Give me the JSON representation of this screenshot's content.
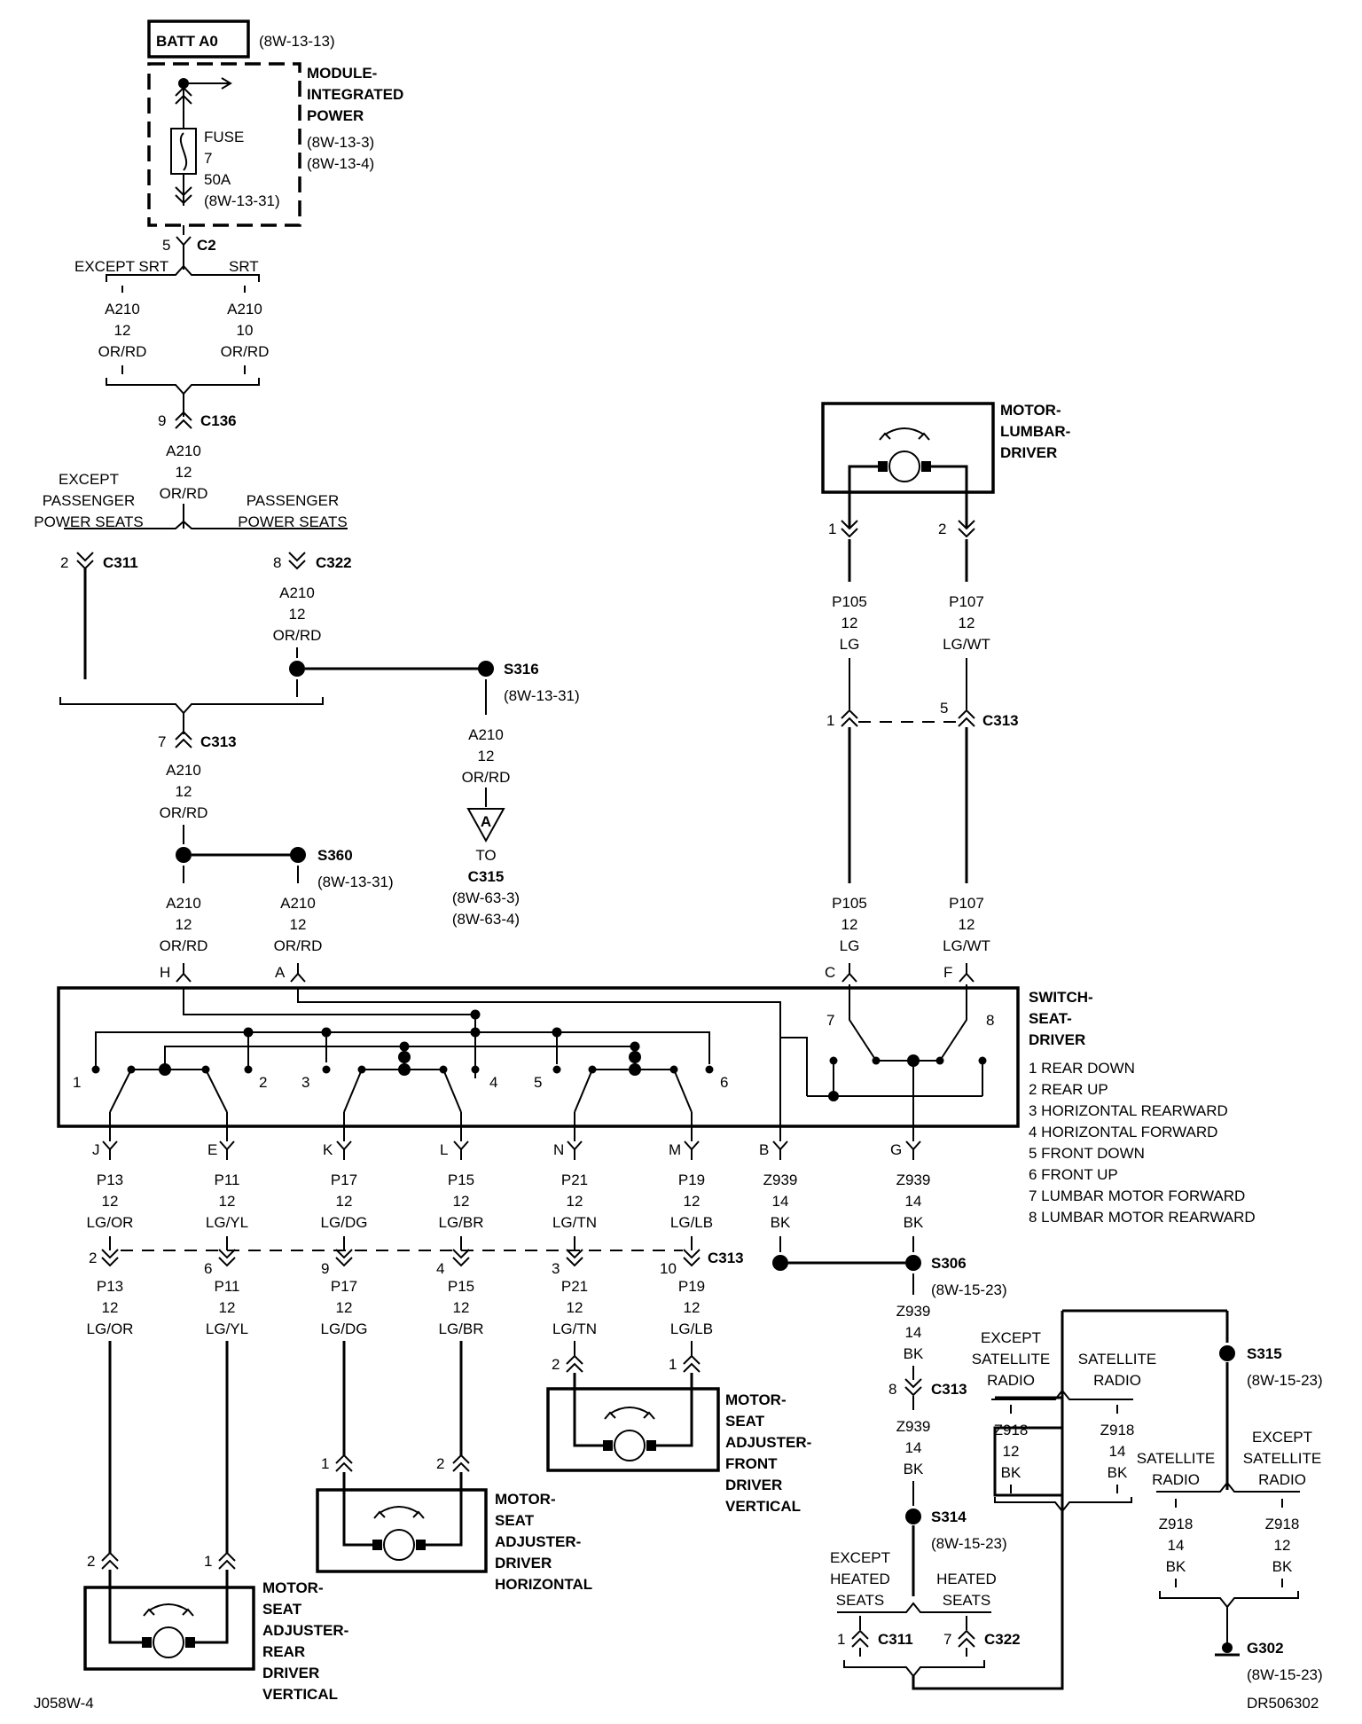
{
  "batt": {
    "label": "BATT A0",
    "ref": "(8W-13-13)"
  },
  "power_module": {
    "title": [
      "MODULE-",
      "INTEGRATED",
      "POWER"
    ],
    "refs": [
      "(8W-13-3)",
      "(8W-13-4)"
    ],
    "fuse": {
      "label": "FUSE",
      "number": "7",
      "rating": "50A",
      "ref": "(8W-13-31)"
    }
  },
  "c2": {
    "pin": "5",
    "name": "C2"
  },
  "srt_split": {
    "left": "EXCEPT SRT",
    "right": "SRT"
  },
  "wire_a210_except_srt": {
    "circuit": "A210",
    "gauge": "12",
    "color": "OR/RD"
  },
  "wire_a210_srt": {
    "circuit": "A210",
    "gauge": "10",
    "color": "OR/RD"
  },
  "c136": {
    "pin": "9",
    "name": "C136"
  },
  "wire_a210_c136": {
    "circuit": "A210",
    "gauge": "12",
    "color": "OR/RD"
  },
  "pass_split": {
    "left": [
      "EXCEPT",
      "PASSENGER",
      "POWER SEATS"
    ],
    "right": [
      "PASSENGER",
      "POWER SEATS"
    ]
  },
  "c311_top": {
    "pin": "2",
    "name": "C311"
  },
  "c322_top": {
    "pin": "8",
    "name": "C322"
  },
  "wire_a210_c322": {
    "circuit": "A210",
    "gauge": "12",
    "color": "OR/RD"
  },
  "s316": {
    "name": "S316",
    "ref": "(8W-13-31)"
  },
  "wire_a210_s316": {
    "circuit": "A210",
    "gauge": "12",
    "color": "OR/RD"
  },
  "to_c315": {
    "letter": "A",
    "to": "TO",
    "connector": "C315",
    "refs": [
      "(8W-63-3)",
      "(8W-63-4)"
    ]
  },
  "c313_a210": {
    "pin": "7",
    "name": "C313"
  },
  "wire_a210_c313": {
    "circuit": "A210",
    "gauge": "12",
    "color": "OR/RD"
  },
  "s360": {
    "name": "S360",
    "ref": "(8W-13-31)"
  },
  "wire_a210_h": {
    "circuit": "A210",
    "gauge": "12",
    "color": "OR/RD"
  },
  "wire_a210_a": {
    "circuit": "A210",
    "gauge": "12",
    "color": "OR/RD"
  },
  "motor_lumbar": {
    "title": [
      "MOTOR-",
      "LUMBAR-",
      "DRIVER"
    ],
    "pins": [
      "1",
      "2"
    ]
  },
  "wire_p105_top": {
    "circuit": "P105",
    "gauge": "12",
    "color": "LG"
  },
  "wire_p107_top": {
    "circuit": "P107",
    "gauge": "12",
    "color": "LG/WT"
  },
  "c313_lumbar": {
    "pin_left": "1",
    "pin_right": "5",
    "name": "C313"
  },
  "wire_p105_bot": {
    "circuit": "P105",
    "gauge": "12",
    "color": "LG"
  },
  "wire_p107_bot": {
    "circuit": "P107",
    "gauge": "12",
    "color": "LG/WT"
  },
  "switch": {
    "title": [
      "SWITCH-",
      "SEAT-",
      "DRIVER"
    ],
    "top_pins": [
      "H",
      "A",
      "C",
      "F"
    ],
    "bottom_pins": [
      "J",
      "E",
      "K",
      "L",
      "N",
      "M",
      "B",
      "G"
    ],
    "contact_numbers": [
      "1",
      "2",
      "3",
      "4",
      "5",
      "6",
      "7",
      "8"
    ],
    "legend": [
      "1 REAR DOWN",
      "2 REAR UP",
      "3 HORIZONTAL REARWARD",
      "4 HORIZONTAL FORWARD",
      "5 FRONT DOWN",
      "6 FRONT UP",
      "7 LUMBAR MOTOR FORWARD",
      "8 LUMBAR MOTOR REARWARD"
    ]
  },
  "switch_wires": [
    {
      "circuit": "P13",
      "gauge": "12",
      "color": "LG/OR"
    },
    {
      "circuit": "P11",
      "gauge": "12",
      "color": "LG/YL"
    },
    {
      "circuit": "P17",
      "gauge": "12",
      "color": "LG/DG"
    },
    {
      "circuit": "P15",
      "gauge": "12",
      "color": "LG/BR"
    },
    {
      "circuit": "P21",
      "gauge": "12",
      "color": "LG/TN"
    },
    {
      "circuit": "P19",
      "gauge": "12",
      "color": "LG/LB"
    },
    {
      "circuit": "Z939",
      "gauge": "14",
      "color": "BK"
    },
    {
      "circuit": "Z939",
      "gauge": "14",
      "color": "BK"
    }
  ],
  "c313_bottom": {
    "pins": [
      "2",
      "6",
      "9",
      "4",
      "3",
      "10"
    ],
    "name": "C313"
  },
  "motor_wires": [
    {
      "circuit": "P13",
      "gauge": "12",
      "color": "LG/OR"
    },
    {
      "circuit": "P11",
      "gauge": "12",
      "color": "LG/YL"
    },
    {
      "circuit": "P17",
      "gauge": "12",
      "color": "LG/DG"
    },
    {
      "circuit": "P15",
      "gauge": "12",
      "color": "LG/BR"
    },
    {
      "circuit": "P21",
      "gauge": "12",
      "color": "LG/TN"
    },
    {
      "circuit": "P19",
      "gauge": "12",
      "color": "LG/LB"
    }
  ],
  "motor_front": {
    "title": [
      "MOTOR-",
      "SEAT",
      "ADJUSTER-",
      "FRONT",
      "DRIVER",
      "VERTICAL"
    ],
    "pins": [
      "2",
      "1"
    ]
  },
  "motor_horizontal": {
    "title": [
      "MOTOR-",
      "SEAT",
      "ADJUSTER-",
      "DRIVER",
      "HORIZONTAL"
    ],
    "pins": [
      "1",
      "2"
    ]
  },
  "motor_rear": {
    "title": [
      "MOTOR-",
      "SEAT",
      "ADJUSTER-",
      "REAR",
      "DRIVER",
      "VERTICAL"
    ],
    "pins": [
      "2",
      "1"
    ]
  },
  "s306": {
    "name": "S306",
    "ref": "(8W-15-23)"
  },
  "wire_z939_s306": {
    "circuit": "Z939",
    "gauge": "14",
    "color": "BK"
  },
  "c313_z939": {
    "pin": "8",
    "name": "C313"
  },
  "wire_z939_c313": {
    "circuit": "Z939",
    "gauge": "14",
    "color": "BK"
  },
  "s314": {
    "name": "S314",
    "ref": "(8W-15-23)"
  },
  "heated_split": {
    "left": [
      "EXCEPT",
      "HEATED",
      "SEATS"
    ],
    "right": [
      "HEATED",
      "SEATS"
    ]
  },
  "c311_bottom": {
    "pin": "1",
    "name": "C311"
  },
  "c322_bottom": {
    "pin": "7",
    "name": "C322"
  },
  "radio_split_left": {
    "left": [
      "EXCEPT",
      "SATELLITE",
      "RADIO"
    ],
    "right": [
      "SATELLITE",
      "RADIO"
    ]
  },
  "wire_z918_a": {
    "circuit": "Z918",
    "gauge": "12",
    "color": "BK"
  },
  "wire_z918_b": {
    "circuit": "Z918",
    "gauge": "14",
    "color": "BK"
  },
  "s315": {
    "name": "S315",
    "ref": "(8W-15-23)"
  },
  "radio_split_right": {
    "left": [
      "SATELLITE",
      "RADIO"
    ],
    "right": [
      "EXCEPT",
      "SATELLITE",
      "RADIO"
    ]
  },
  "wire_z918_c": {
    "circuit": "Z918",
    "gauge": "14",
    "color": "BK"
  },
  "wire_z918_d": {
    "circuit": "Z918",
    "gauge": "12",
    "color": "BK"
  },
  "g302": {
    "name": "G302",
    "ref": "(8W-15-23)"
  },
  "footer": {
    "left": "J058W-4",
    "right": "DR506302"
  }
}
